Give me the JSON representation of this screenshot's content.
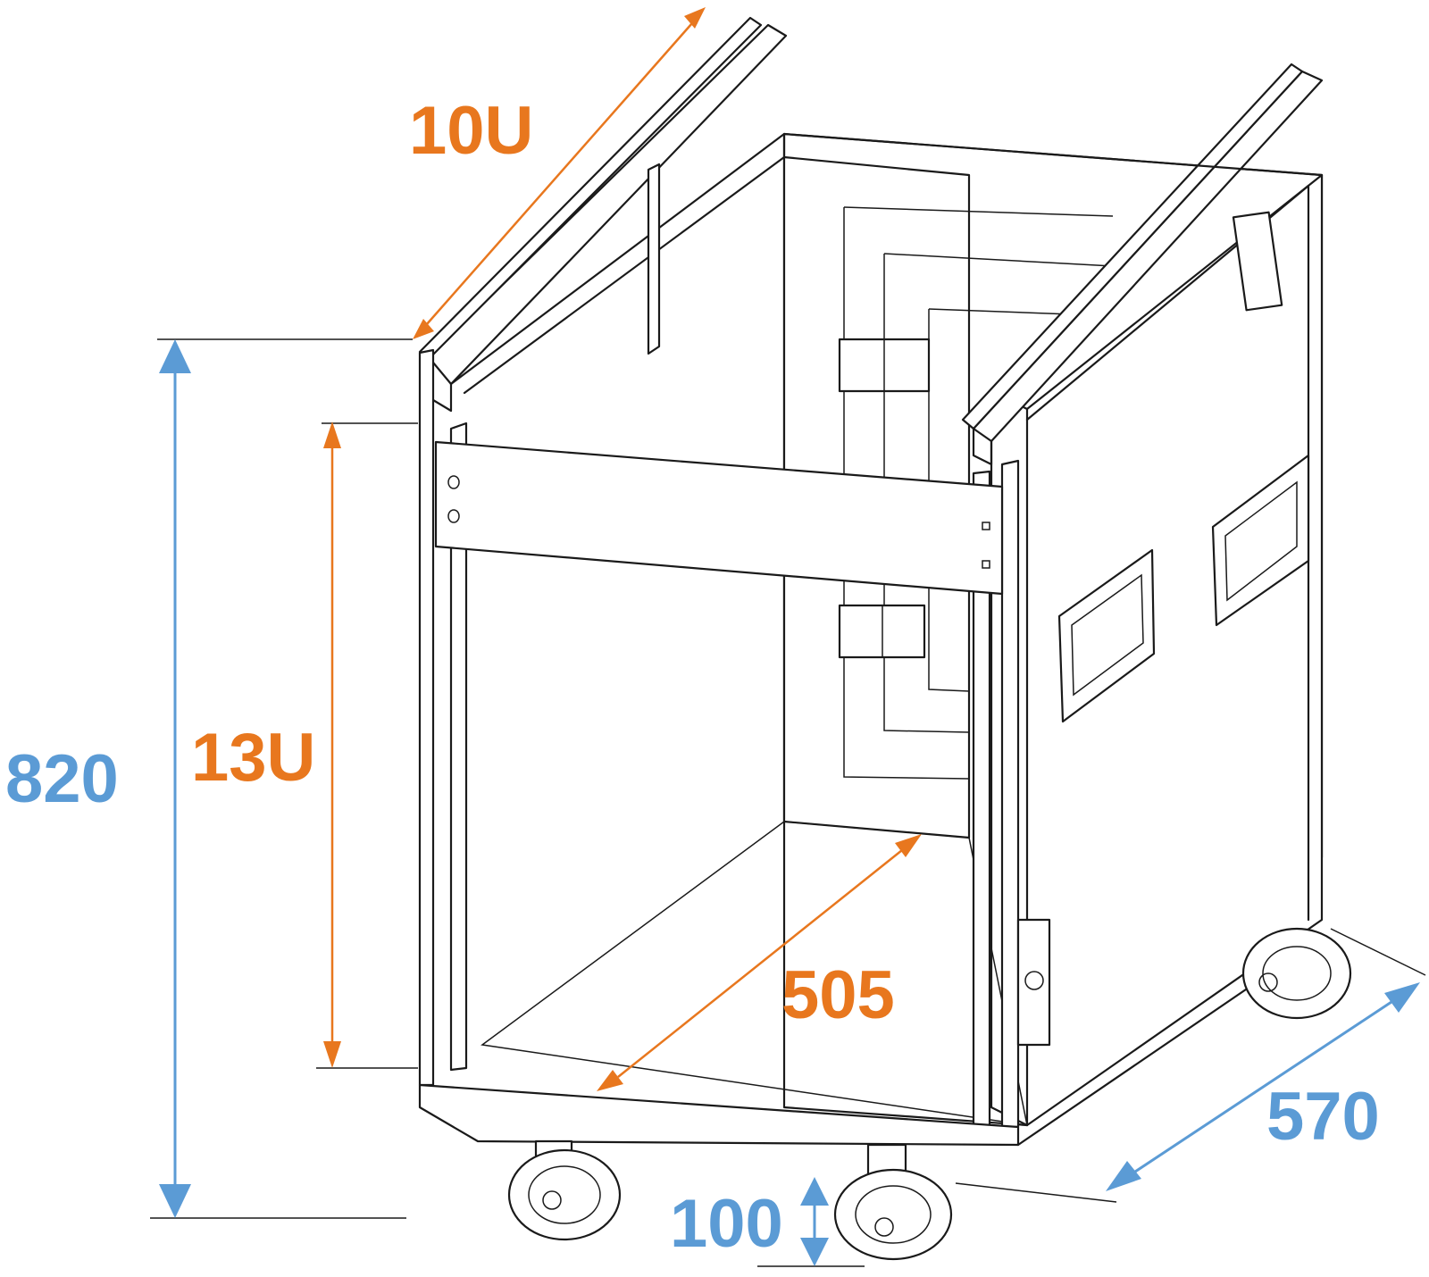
{
  "colors": {
    "orange": "#E8771E",
    "blue": "#5B9BD5",
    "line": "#1a1a1a"
  },
  "dimensions": {
    "rack_top": "10U",
    "rack_front": "13U",
    "height": "820",
    "inner_depth": "505",
    "outer_depth": "570",
    "caster_height": "100"
  }
}
